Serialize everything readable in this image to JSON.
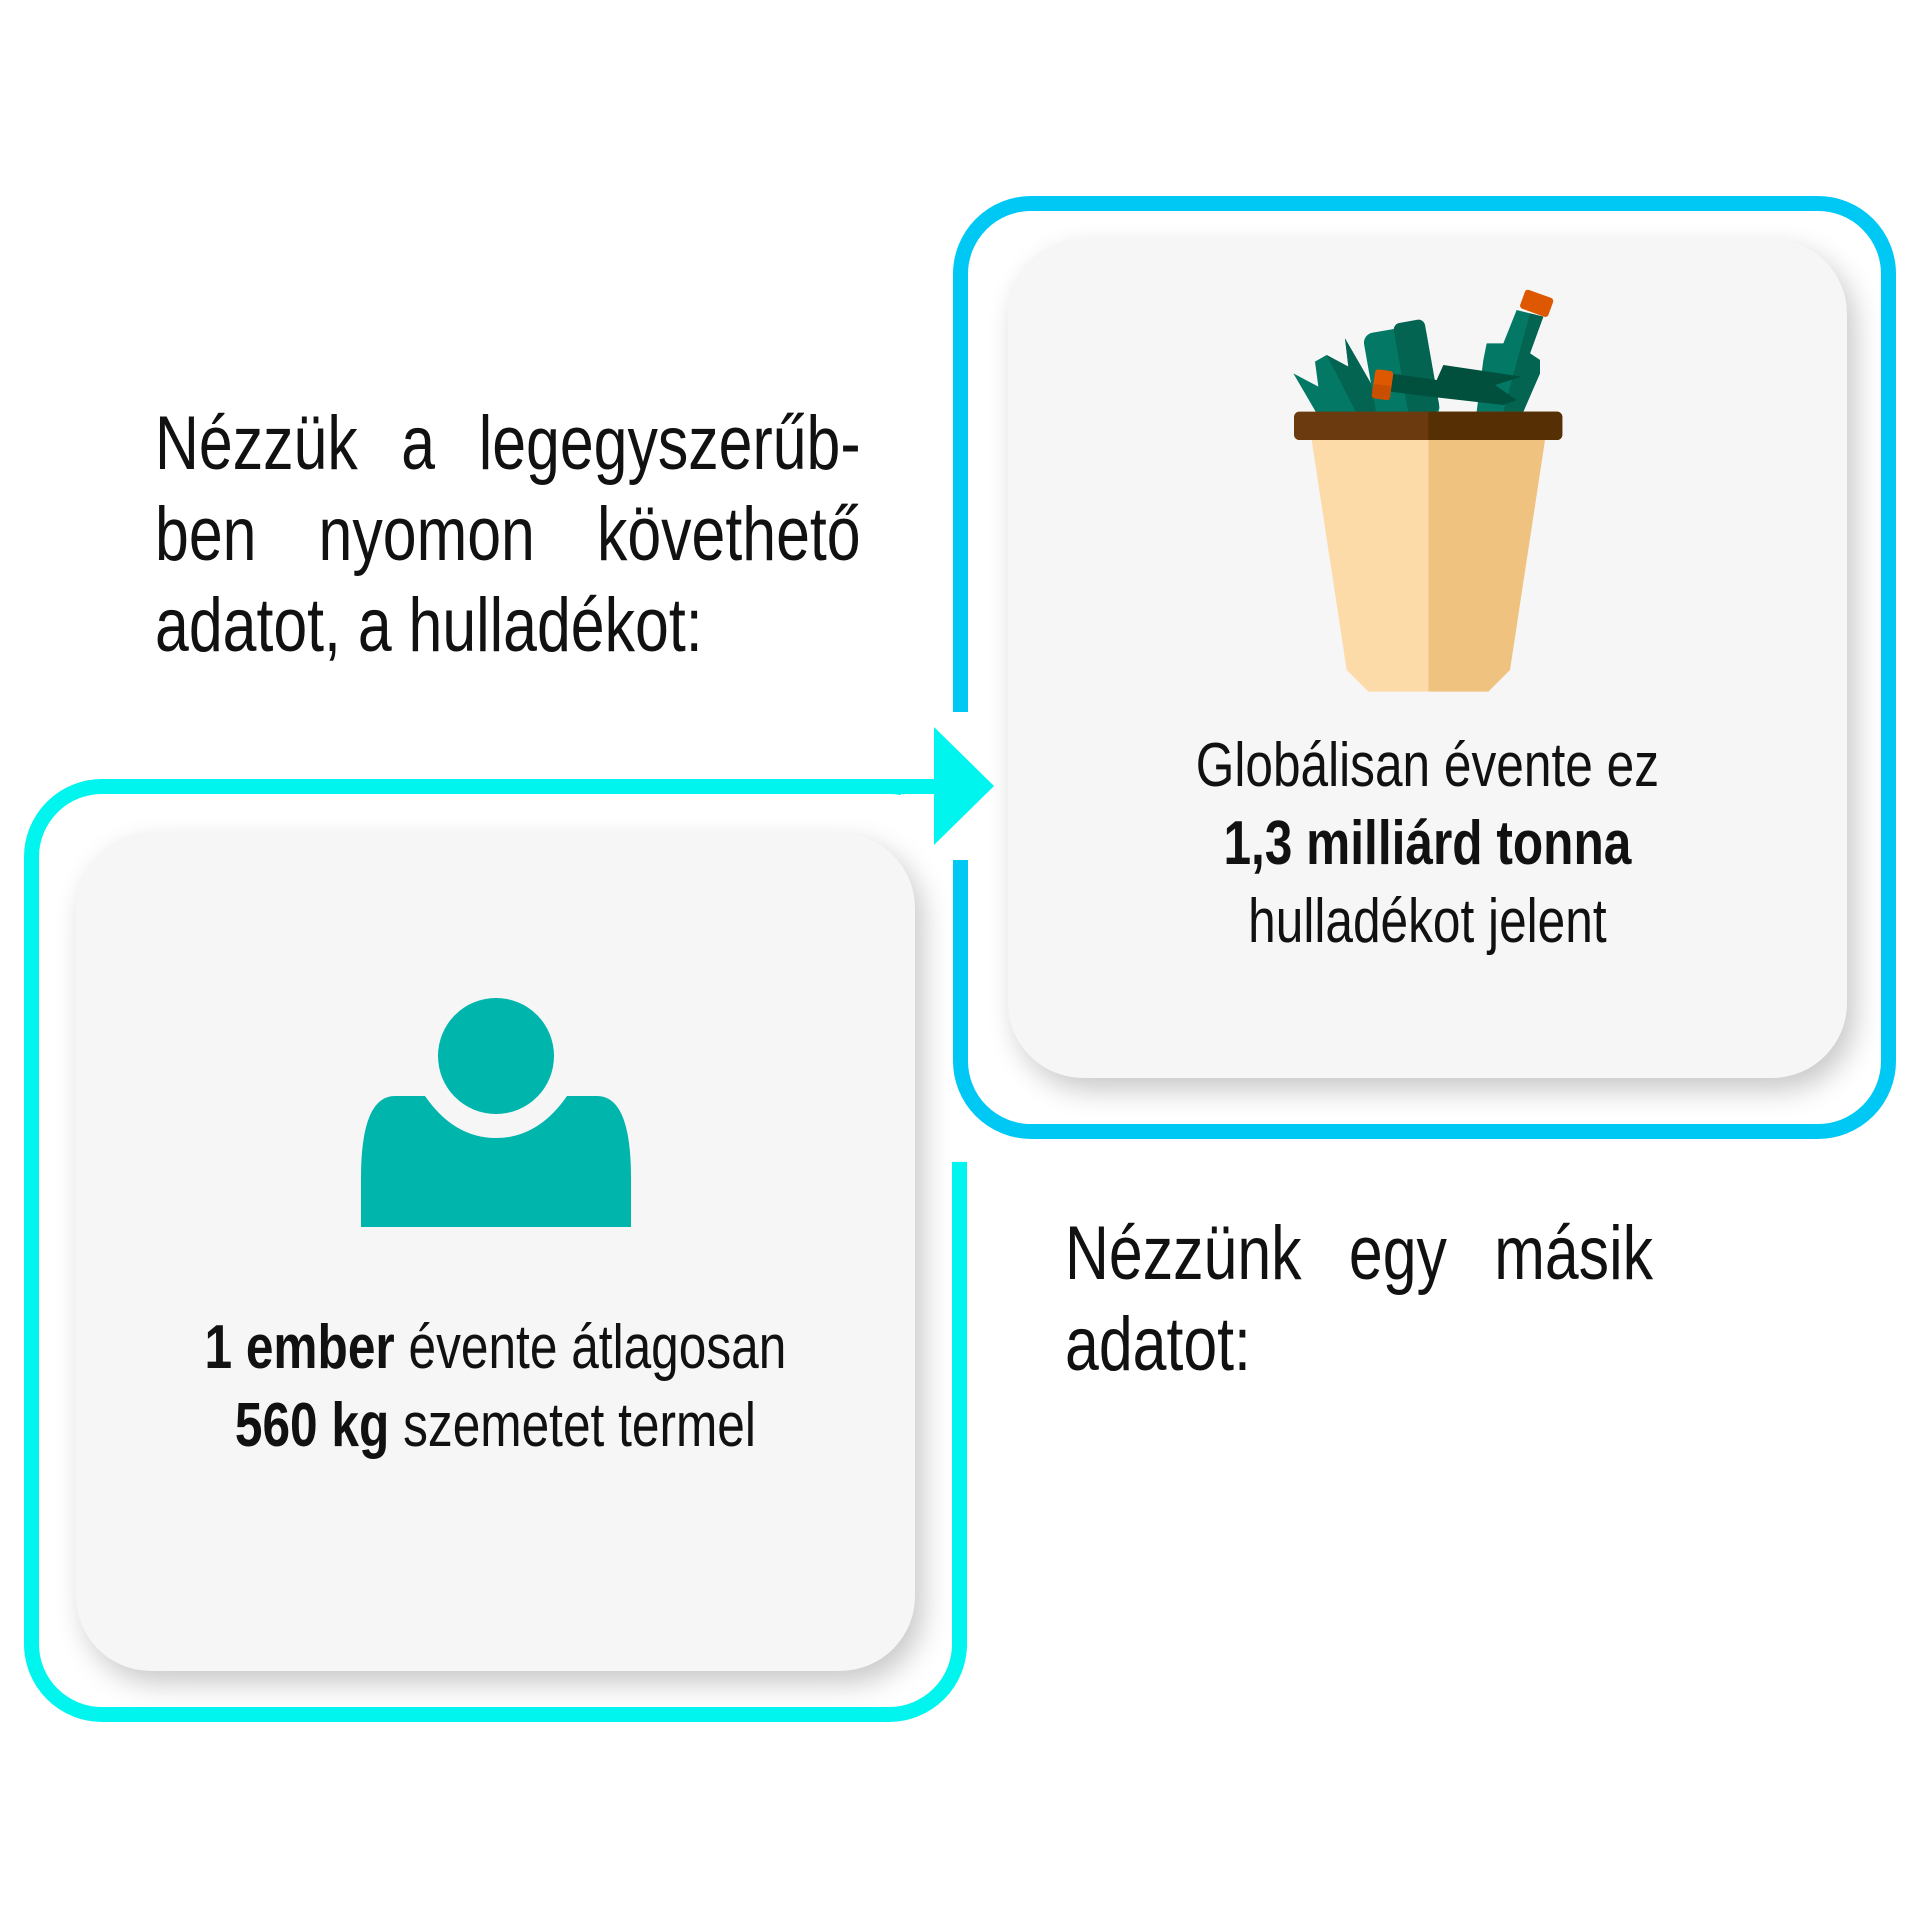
{
  "intro_text": "Nézzük a legegyszerűb-ben nyomon követhető adatot, a hulladékot:",
  "global_card": {
    "icon": "trash-bucket-icon",
    "line1": "Globálisan évente ez",
    "line2_bold": "1,3 milliárd tonna",
    "line3": "hulladékot jelent"
  },
  "second_text": "Nézzünk egy másik adatot:",
  "person_card": {
    "icon": "person-icon",
    "line1_bold": "1 ember",
    "line1_rest": " évente átlagosan",
    "line2_bold": "560 kg",
    "line2_rest": " szemetet termel"
  },
  "colors": {
    "right_frame": "#00c8f5",
    "left_frame": "#00f5ee",
    "person": "#00b5ac",
    "card_bg": "#f6f6f6"
  }
}
